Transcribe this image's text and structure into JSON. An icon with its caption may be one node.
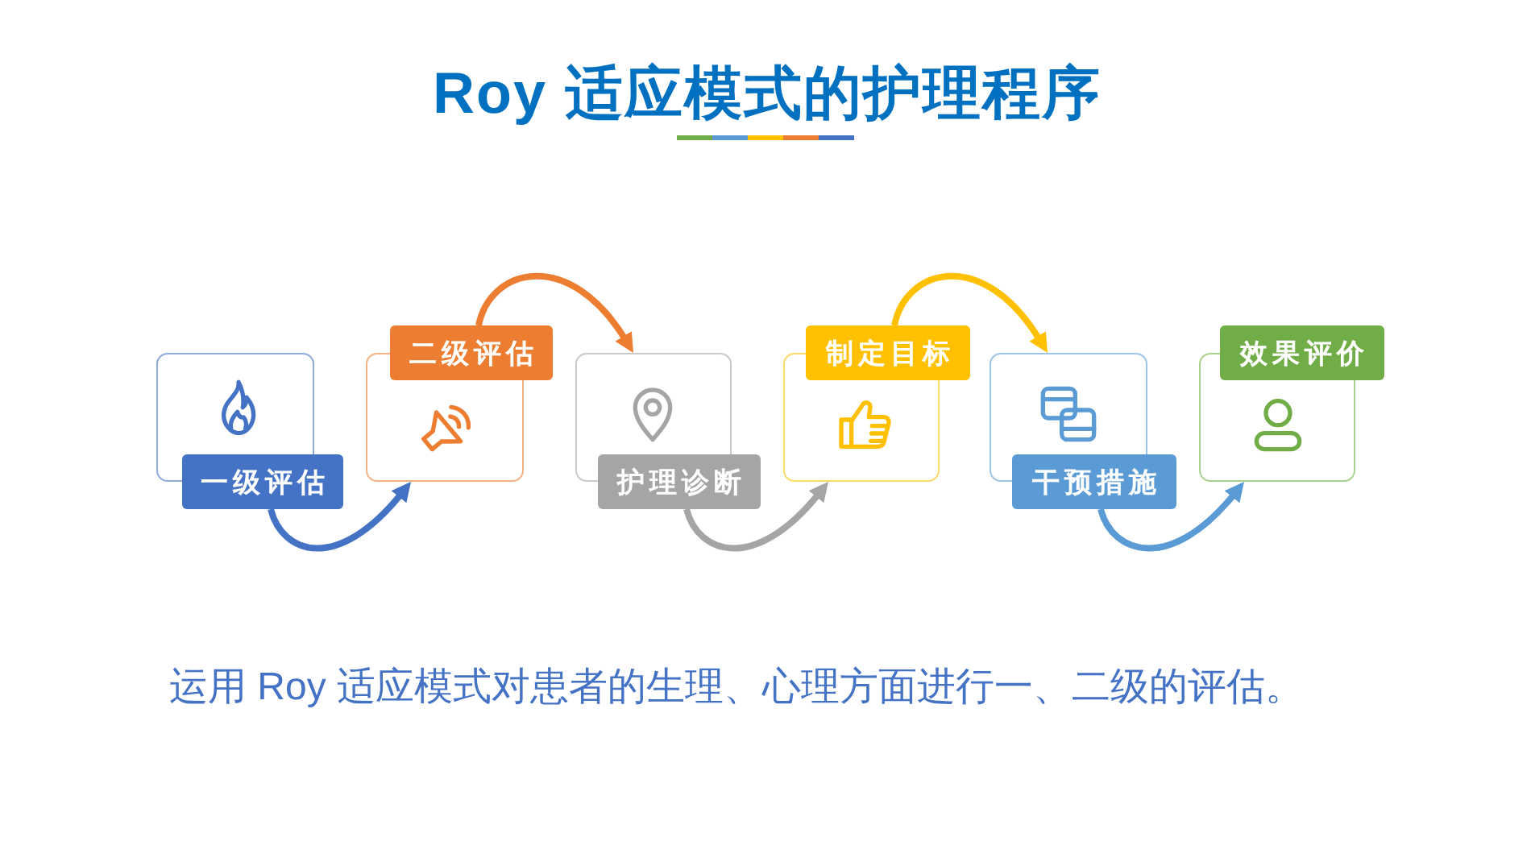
{
  "diagram": {
    "title": "Roy 适应模式的护理程序",
    "caption": "运用 Roy 适应模式对患者的生理、心理方面进行一、二级的评估。",
    "nodes": [
      {
        "text": [
          "一级评估"
        ]
      },
      {
        "text": [
          "二级评估"
        ]
      },
      {
        "text": [
          "护理诊断"
        ]
      },
      {
        "text": [
          "制定目标"
        ]
      },
      {
        "text": [
          "干预措施"
        ]
      },
      {
        "text": [
          "效果评价"
        ]
      }
    ],
    "edges": [
      {
        "from": 0,
        "to": 1,
        "arrow": "to",
        "color": "#4472c4"
      },
      {
        "from": 1,
        "to": 2,
        "arrow": "to",
        "color": "#ed7d31"
      },
      {
        "from": 2,
        "to": 3,
        "arrow": "to",
        "color": "#a5a5a5"
      },
      {
        "from": 3,
        "to": 4,
        "arrow": "to",
        "color": "#ffc000"
      },
      {
        "from": 4,
        "to": 5,
        "arrow": "to",
        "color": "#5b9bd5"
      }
    ]
  }
}
